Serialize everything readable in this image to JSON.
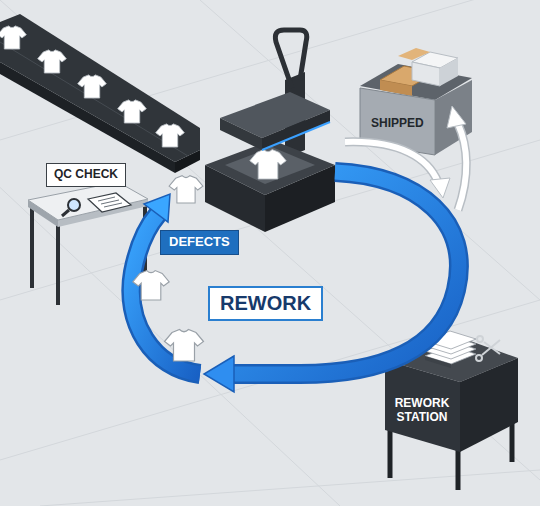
{
  "diagram": {
    "nodes": [
      {
        "text": [
          "SHIPPED"
        ]
      },
      {
        "text": [
          "QC CHECK"
        ]
      },
      {
        "text": [
          "DEFECTS"
        ]
      },
      {
        "text": [
          "REWORK"
        ]
      },
      {
        "text": [
          "REWORK STATION"
        ]
      }
    ]
  }
}
